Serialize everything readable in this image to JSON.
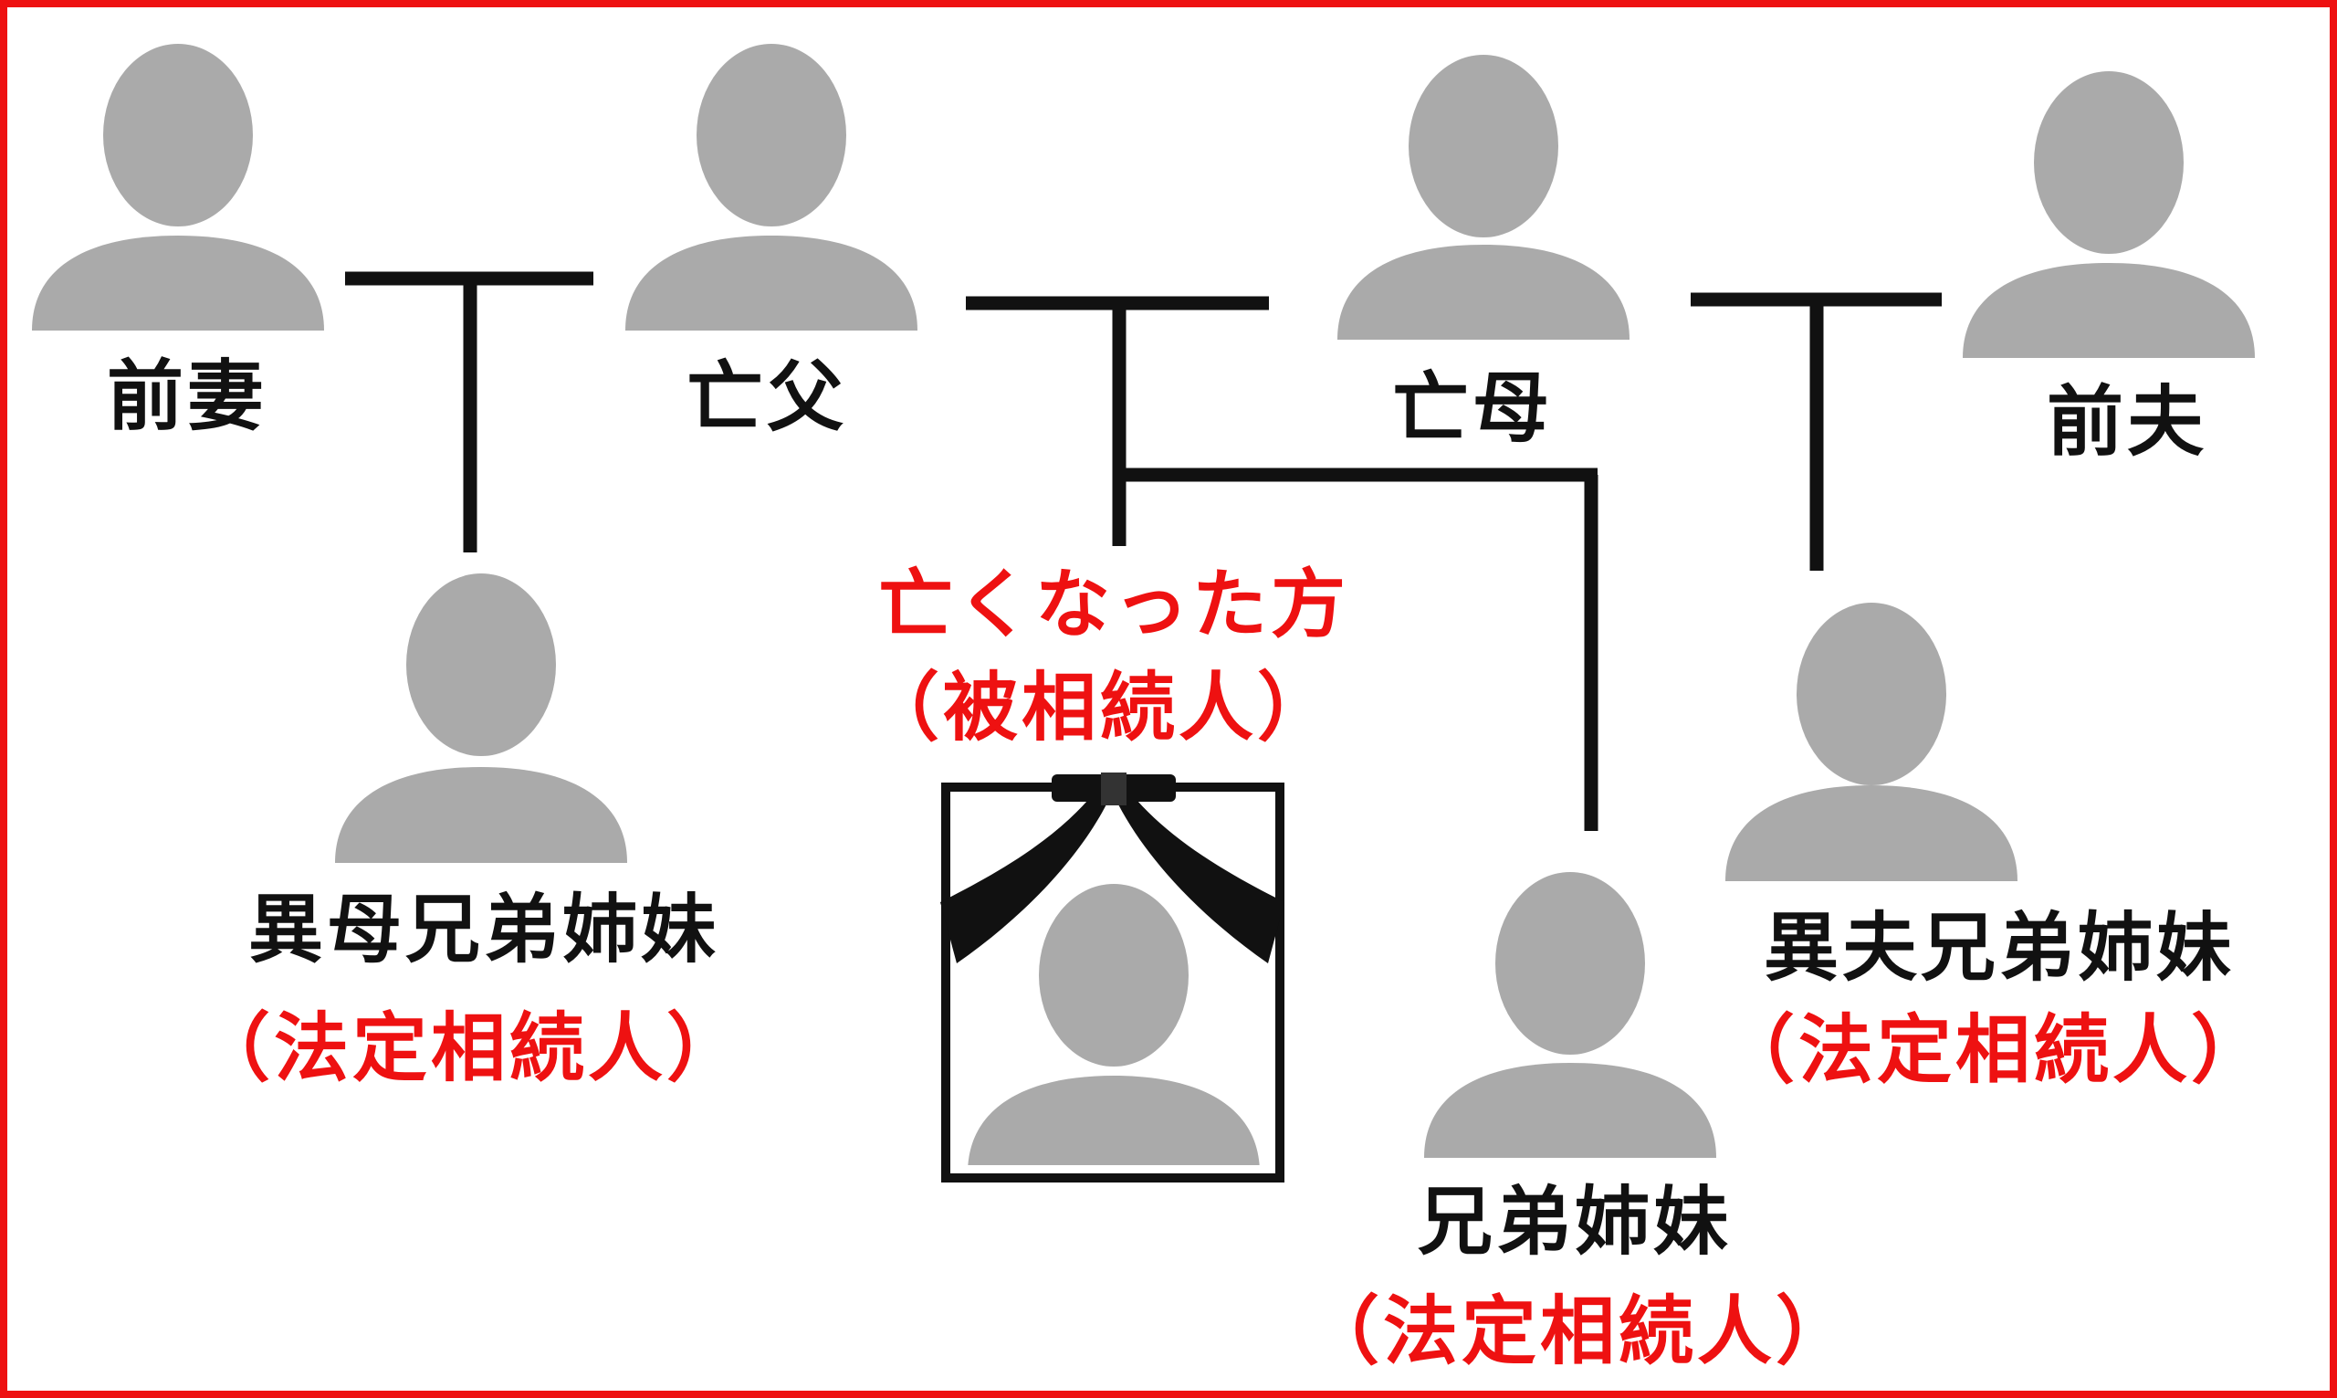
{
  "colors": {
    "frame": "#ee1111",
    "silhouette": "#aaaaaa",
    "line": "#111111",
    "label_black": "#111111",
    "label_red": "#ee1111"
  },
  "people": {
    "former_wife": {
      "label": "前妻"
    },
    "late_father": {
      "label": "亡父"
    },
    "late_mother": {
      "label": "亡母"
    },
    "former_husband": {
      "label": "前夫"
    },
    "half_sibling_mother": {
      "label": "異母兄弟姉妹",
      "role": "（法定相続人）"
    },
    "deceased": {
      "label": "亡くなった方",
      "role": "（被相続人）"
    },
    "sibling": {
      "label": "兄弟姉妹",
      "role": "（法定相続人）"
    },
    "half_sibling_father": {
      "label": "異夫兄弟姉妹",
      "role": "（法定相続人）"
    }
  },
  "icons": {
    "person": "person-silhouette-icon",
    "memorial": "memorial-portrait-icon"
  }
}
